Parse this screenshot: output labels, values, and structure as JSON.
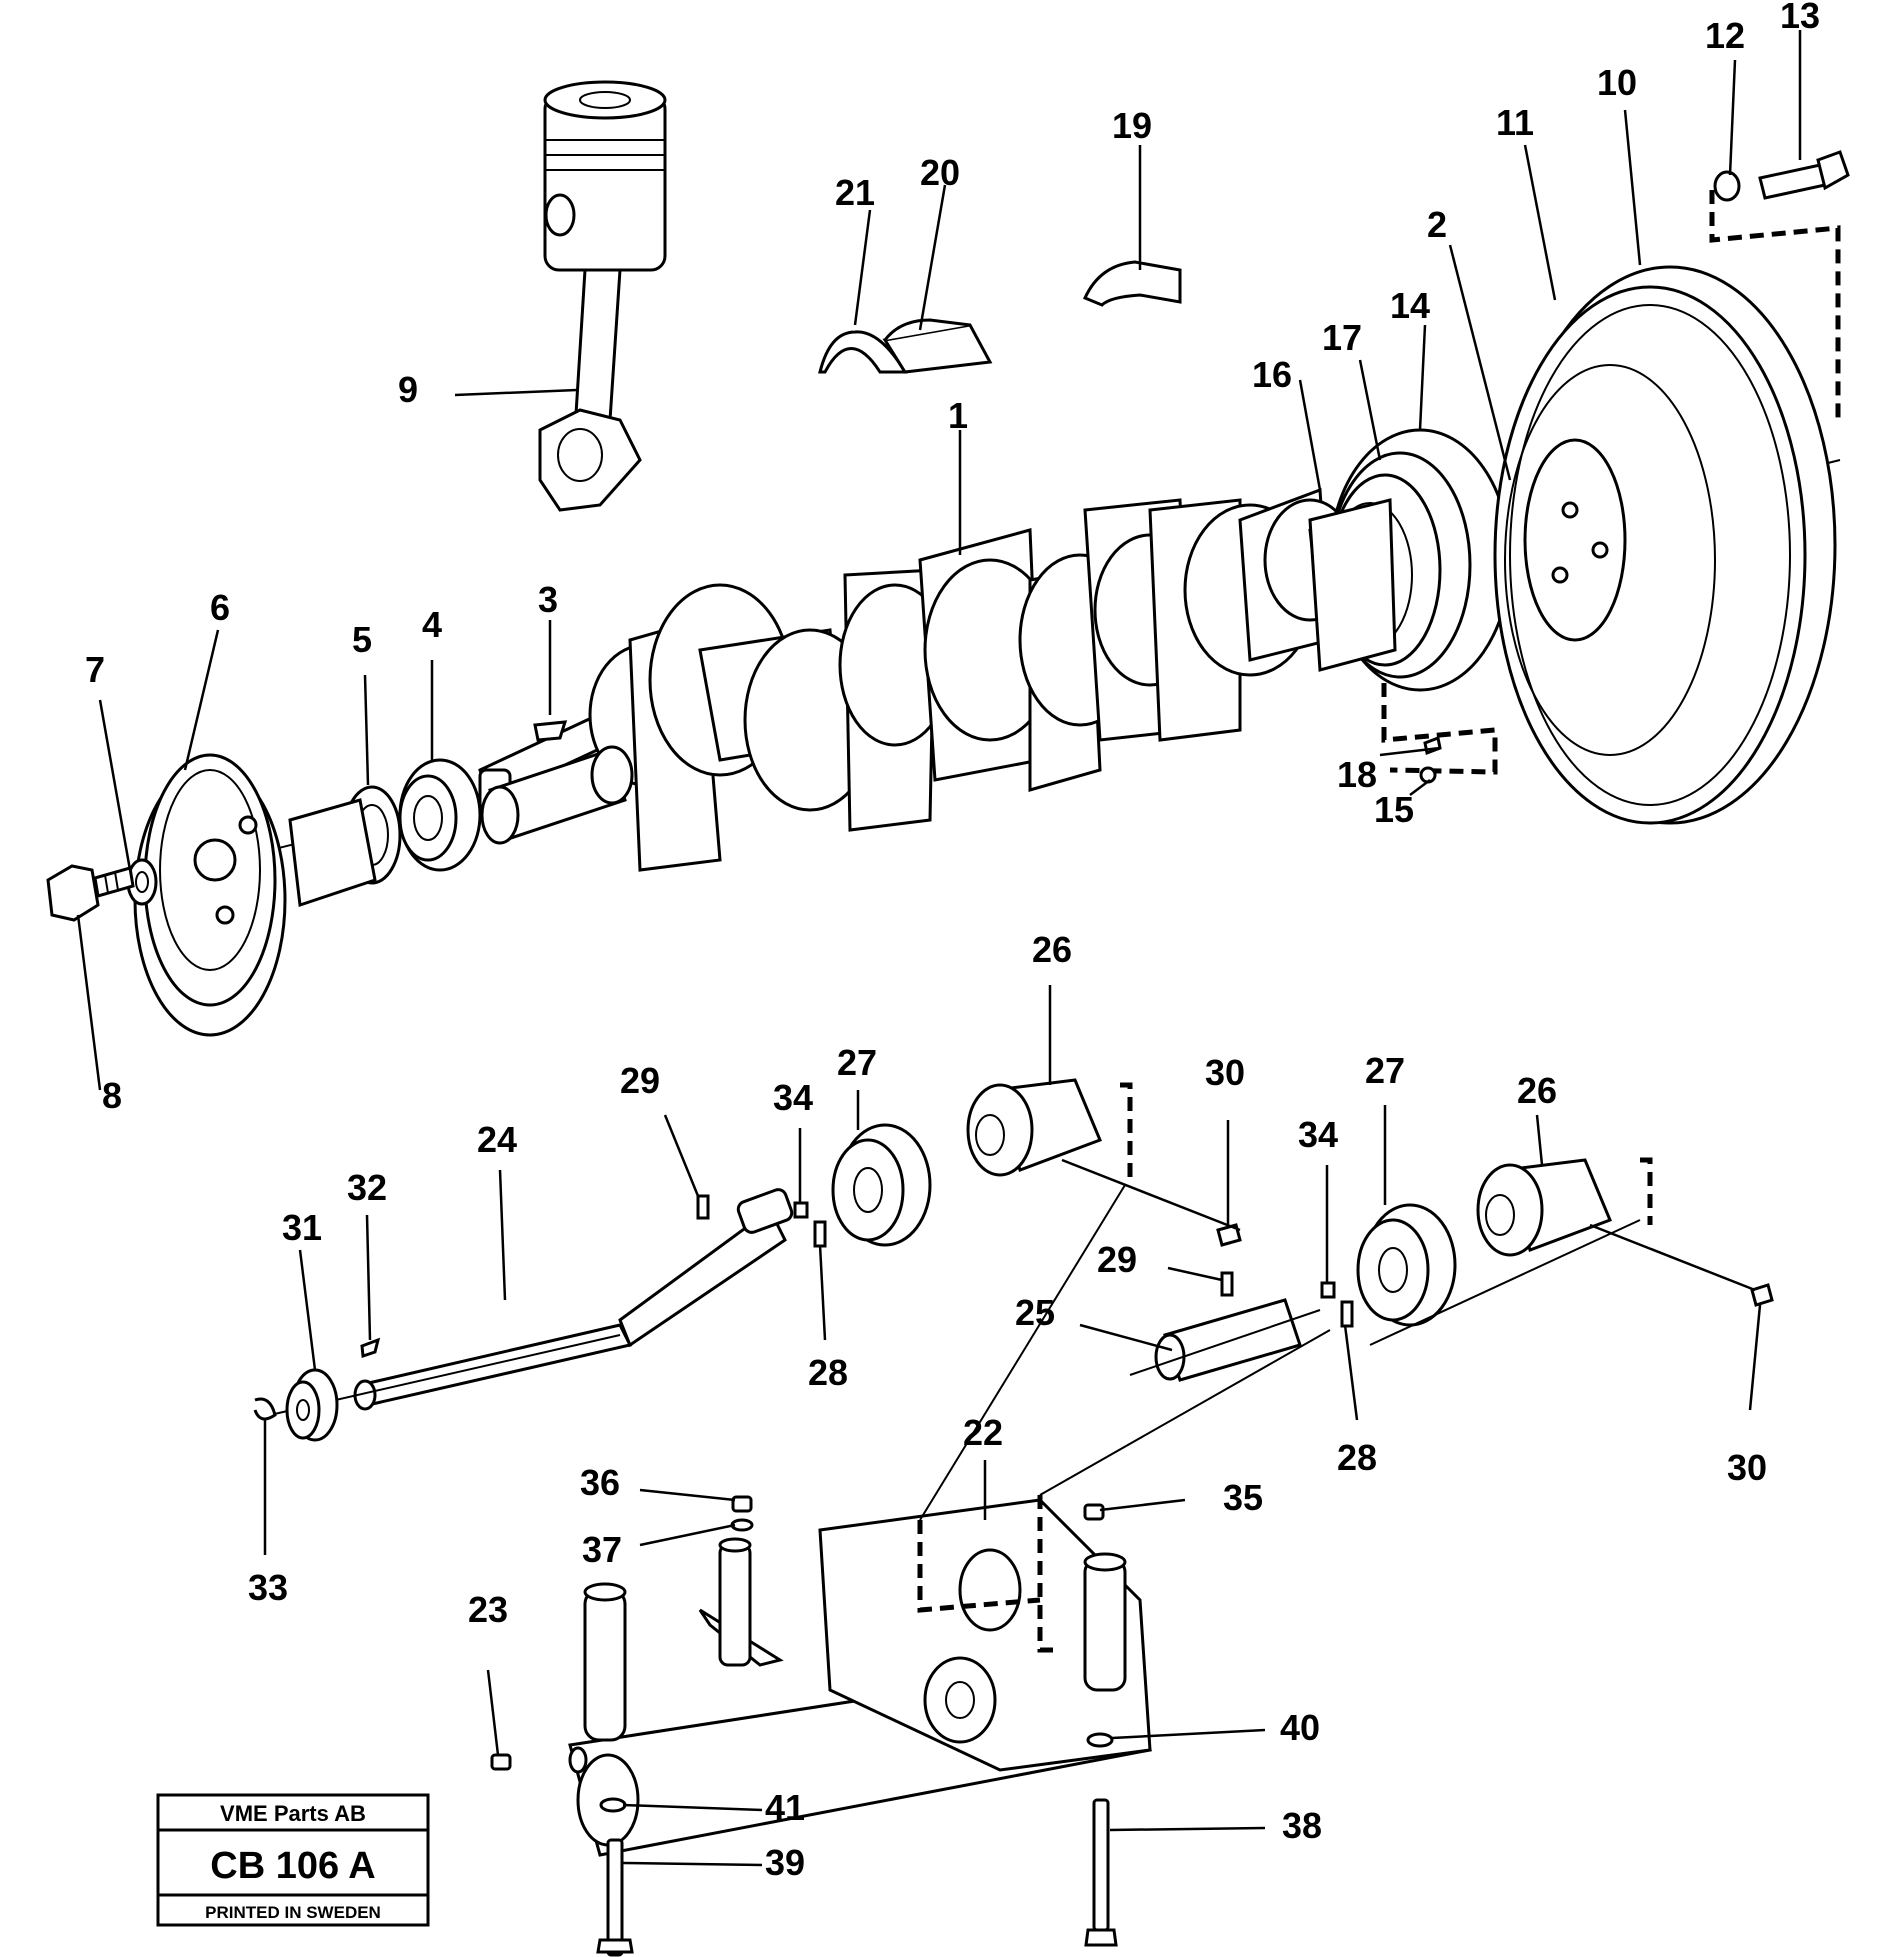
{
  "title_block": {
    "company": "VME Parts AB",
    "code": "CB 106  A",
    "printed": "PRINTED IN SWEDEN"
  },
  "callouts": [
    {
      "id": "c1",
      "text": "1"
    },
    {
      "id": "c2",
      "text": "2"
    },
    {
      "id": "c3",
      "text": "3"
    },
    {
      "id": "c4",
      "text": "4"
    },
    {
      "id": "c5",
      "text": "5"
    },
    {
      "id": "c6",
      "text": "6"
    },
    {
      "id": "c7",
      "text": "7"
    },
    {
      "id": "c8",
      "text": "8"
    },
    {
      "id": "c9",
      "text": "9"
    },
    {
      "id": "c10",
      "text": "10"
    },
    {
      "id": "c11",
      "text": "11"
    },
    {
      "id": "c12",
      "text": "12"
    },
    {
      "id": "c13",
      "text": "13"
    },
    {
      "id": "c14",
      "text": "14"
    },
    {
      "id": "c15",
      "text": "15"
    },
    {
      "id": "c16",
      "text": "16"
    },
    {
      "id": "c17",
      "text": "17"
    },
    {
      "id": "c18",
      "text": "18"
    },
    {
      "id": "c19",
      "text": "19"
    },
    {
      "id": "c20",
      "text": "20"
    },
    {
      "id": "c21",
      "text": "21"
    },
    {
      "id": "c22",
      "text": "22"
    },
    {
      "id": "c23",
      "text": "23"
    },
    {
      "id": "c24",
      "text": "24"
    },
    {
      "id": "c25",
      "text": "25"
    },
    {
      "id": "c26a",
      "text": "26"
    },
    {
      "id": "c26b",
      "text": "26"
    },
    {
      "id": "c27a",
      "text": "27"
    },
    {
      "id": "c27b",
      "text": "27"
    },
    {
      "id": "c28a",
      "text": "28"
    },
    {
      "id": "c28b",
      "text": "28"
    },
    {
      "id": "c29a",
      "text": "29"
    },
    {
      "id": "c29b",
      "text": "29"
    },
    {
      "id": "c30a",
      "text": "30"
    },
    {
      "id": "c30b",
      "text": "30"
    },
    {
      "id": "c31",
      "text": "31"
    },
    {
      "id": "c32",
      "text": "32"
    },
    {
      "id": "c33",
      "text": "33"
    },
    {
      "id": "c34a",
      "text": "34"
    },
    {
      "id": "c34b",
      "text": "34"
    },
    {
      "id": "c35",
      "text": "35"
    },
    {
      "id": "c36",
      "text": "36"
    },
    {
      "id": "c37",
      "text": "37"
    },
    {
      "id": "c38",
      "text": "38"
    },
    {
      "id": "c39",
      "text": "39"
    },
    {
      "id": "c40",
      "text": "40"
    },
    {
      "id": "c41",
      "text": "41"
    }
  ]
}
